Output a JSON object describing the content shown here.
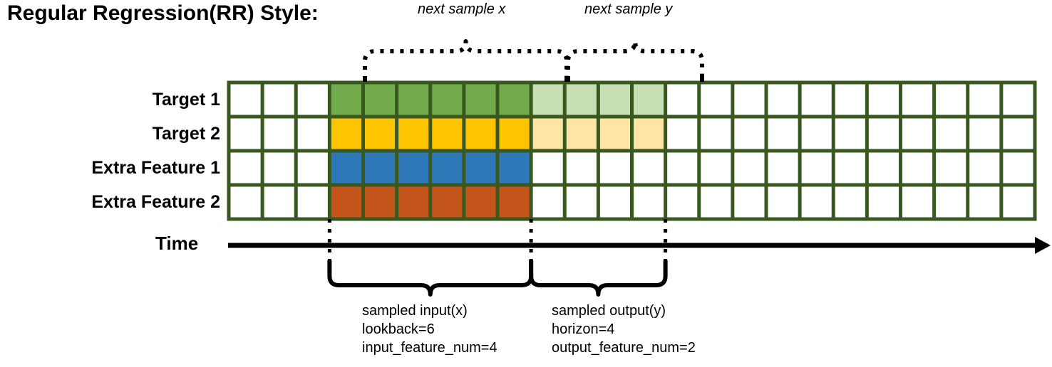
{
  "title": "Regular Regression(RR) Style:",
  "grid": {
    "rows": [
      {
        "label": "Target 1",
        "key": "target1"
      },
      {
        "label": "Target 2",
        "key": "target2"
      },
      {
        "label": "Extra Feature 1",
        "key": "extra1"
      },
      {
        "label": "Extra Feature 2",
        "key": "extra2"
      }
    ],
    "total_columns": 24,
    "lead_blank_columns": 3,
    "input_columns": 6,
    "output_columns": 4,
    "trail_blank_columns": 11,
    "cell_fills": {
      "target1": [
        "none",
        "none",
        "none",
        "green",
        "green",
        "green",
        "green",
        "green",
        "green",
        "green_light",
        "green_light",
        "green_light",
        "green_light",
        "none",
        "none",
        "none",
        "none",
        "none",
        "none",
        "none",
        "none",
        "none",
        "none",
        "none"
      ],
      "target2": [
        "none",
        "none",
        "none",
        "gold",
        "gold",
        "gold",
        "gold",
        "gold",
        "gold",
        "gold_light",
        "gold_light",
        "gold_light",
        "gold_light",
        "none",
        "none",
        "none",
        "none",
        "none",
        "none",
        "none",
        "none",
        "none",
        "none",
        "none"
      ],
      "extra1": [
        "none",
        "none",
        "none",
        "blue",
        "blue",
        "blue",
        "blue",
        "blue",
        "blue",
        "none",
        "none",
        "none",
        "none",
        "none",
        "none",
        "none",
        "none",
        "none",
        "none",
        "none",
        "none",
        "none",
        "none",
        "none"
      ],
      "extra2": [
        "none",
        "none",
        "none",
        "orange",
        "orange",
        "orange",
        "orange",
        "orange",
        "orange",
        "none",
        "none",
        "none",
        "none",
        "none",
        "none",
        "none",
        "none",
        "none",
        "none",
        "none",
        "none",
        "none",
        "none",
        "none"
      ]
    }
  },
  "colors": {
    "green": "#72AB4C",
    "green_light": "#C6DFB4",
    "gold": "#FFC400",
    "gold_light": "#FDE5A8",
    "blue": "#2E78B8",
    "orange": "#C4551A",
    "border": "#39581F",
    "none": "#FFFFFF",
    "ink": "#000000"
  },
  "axis": {
    "label": "Time"
  },
  "annotations": {
    "top": [
      {
        "text": "next sample x"
      },
      {
        "text": "next sample y"
      }
    ],
    "bottom_left": {
      "line1": "sampled input(x)",
      "line2": "lookback=6",
      "line3": "input_feature_num=4"
    },
    "bottom_right": {
      "line1": "sampled output(y)",
      "line2": "horizon=4",
      "line3": "output_feature_num=2"
    }
  }
}
